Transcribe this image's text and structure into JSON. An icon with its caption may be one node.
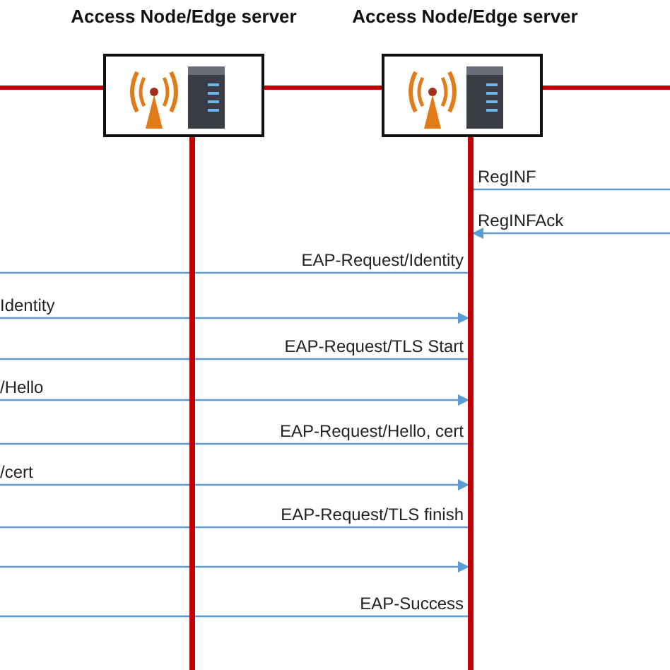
{
  "diagram": {
    "nodes": [
      {
        "text": [
          "Access Node/Edge server"
        ]
      },
      {
        "text": [
          "Access Node/Edge server"
        ]
      },
      {
        "text": [],
        "shape": "bar"
      },
      {
        "text": [],
        "shape": "bar"
      }
    ],
    "edges": [
      {
        "from": null,
        "to": 0,
        "arrow": "none",
        "style": "thick",
        "color": "#c00000"
      },
      {
        "from": 0,
        "to": 1,
        "arrow": "none",
        "style": "thick",
        "color": "#c00000"
      },
      {
        "from": 1,
        "to": null,
        "arrow": "none",
        "style": "thick",
        "color": "#c00000"
      },
      {
        "from": 3,
        "to": null,
        "arrow": "none",
        "label": "RegINF"
      },
      {
        "from": null,
        "to": 3,
        "arrow": "to",
        "label": "RegINFAck"
      },
      {
        "from": 3,
        "to": null,
        "arrow": "none",
        "label": "EAP-Request/Identity"
      },
      {
        "from": null,
        "to": 3,
        "arrow": "to",
        "label": "Identity"
      },
      {
        "from": 3,
        "to": null,
        "arrow": "none",
        "label": "EAP-Request/TLS Start"
      },
      {
        "from": null,
        "to": 3,
        "arrow": "to",
        "label": "/Hello"
      },
      {
        "from": 3,
        "to": null,
        "arrow": "none",
        "label": "EAP-Request/Hello, cert"
      },
      {
        "from": null,
        "to": 3,
        "arrow": "to",
        "label": "/cert"
      },
      {
        "from": 3,
        "to": null,
        "arrow": "none",
        "label": "EAP-Request/TLS finish"
      },
      {
        "from": null,
        "to": 3,
        "arrow": "to"
      },
      {
        "from": 3,
        "to": null,
        "arrow": "none",
        "label": "EAP-Success"
      }
    ]
  }
}
